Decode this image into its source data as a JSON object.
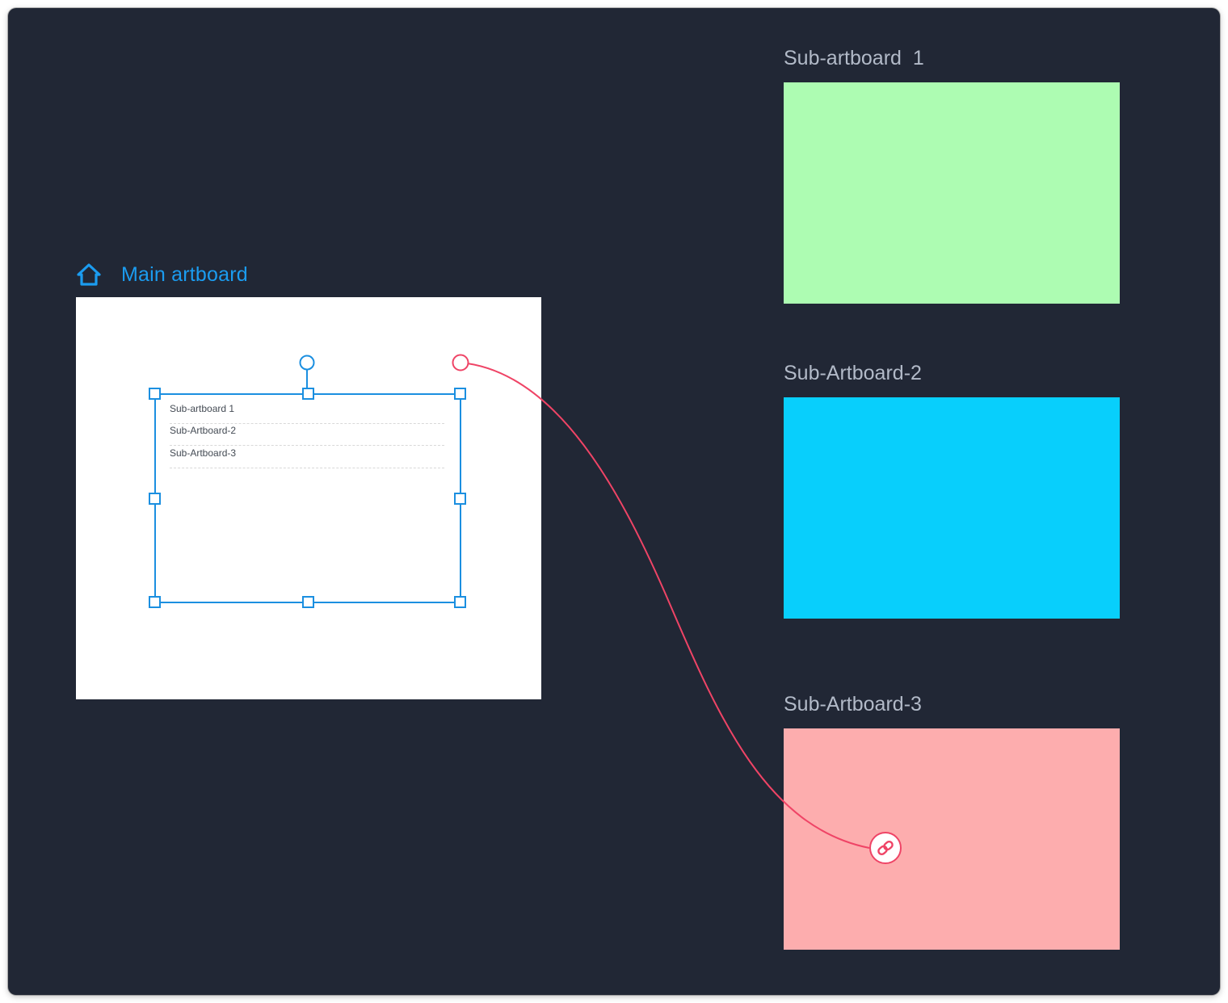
{
  "colors": {
    "canvas_background": "#212735",
    "selection_blue": "#1b8fe0",
    "link_red": "#ef4466",
    "title_blue": "#1b9cf0",
    "sub_title_gray": "#b2bac8"
  },
  "main_artboard": {
    "icon": "home-icon",
    "title": "Main artboard",
    "list_items": [
      {
        "label": "Sub-artboard 1"
      },
      {
        "label": "Sub-Artboard-2"
      },
      {
        "label": "Sub-Artboard-3"
      }
    ]
  },
  "sub_artboards": [
    {
      "title": "Sub-artboard  1",
      "color": "#adfcb2"
    },
    {
      "title": "Sub-Artboard-2",
      "color": "#08cffc"
    },
    {
      "title": "Sub-Artboard-3",
      "color": "#fdadae"
    }
  ],
  "link": {
    "icon": "link-icon",
    "from": "Main artboard",
    "to": "Sub-Artboard-3"
  }
}
